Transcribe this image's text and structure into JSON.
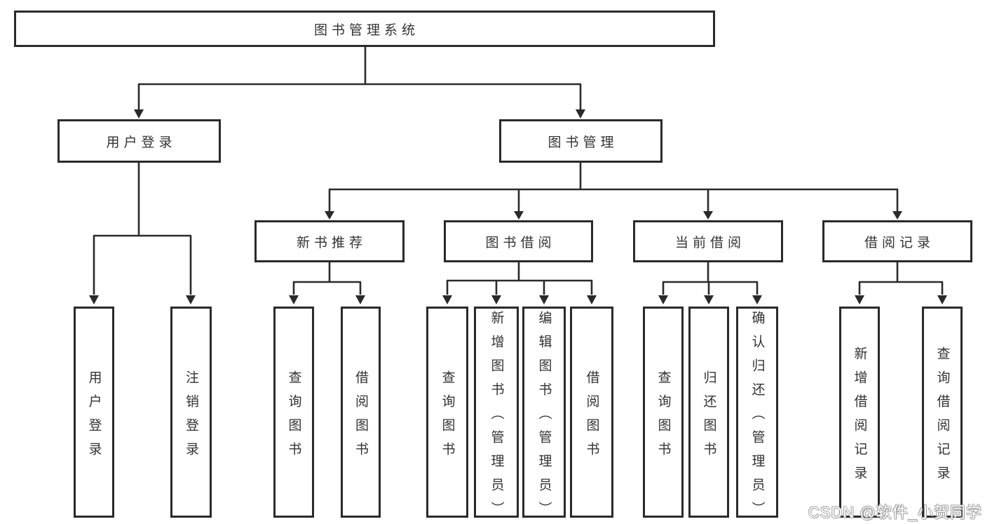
{
  "diagram": {
    "title": "图书管理系统",
    "tree": {
      "label": "图书管理系统",
      "children": [
        {
          "label": "用户登录",
          "children": [
            {
              "label": "用户登录"
            },
            {
              "label": "注销登录"
            }
          ]
        },
        {
          "label": "图书管理",
          "children": [
            {
              "label": "新书推荐",
              "children": [
                {
                  "label": "查询图书"
                },
                {
                  "label": "借阅图书"
                }
              ]
            },
            {
              "label": "图书借阅",
              "children": [
                {
                  "label": "查询图书"
                },
                {
                  "label": "新增图书（管理员）"
                },
                {
                  "label": "编辑图书（管理员）"
                },
                {
                  "label": "借阅图书"
                }
              ]
            },
            {
              "label": "当前借阅",
              "children": [
                {
                  "label": "查询图书"
                },
                {
                  "label": "归还图书"
                },
                {
                  "label": "确认归还（管理员）"
                }
              ]
            },
            {
              "label": "借阅记录",
              "children": [
                {
                  "label": "新增借阅记录"
                },
                {
                  "label": "查询借阅记录"
                }
              ]
            }
          ]
        }
      ]
    },
    "colors": {
      "line": "#2a2a2a",
      "box_border": "#2a2a2a",
      "text": "#333333",
      "background": "#ffffff",
      "watermark_outline": "#9c9c9c"
    }
  },
  "watermark": {
    "text": "CSDN @软件_小贺同学"
  }
}
